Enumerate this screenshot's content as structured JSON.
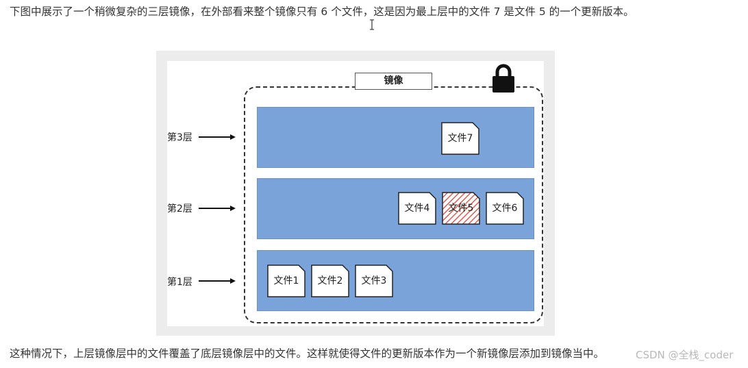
{
  "article": {
    "intro": "下图中展示了一个稍微复杂的三层镜像，在外部看来整个镜像只有 6 个文件，这是因为最上层中的文件 7 是文件 5 的一个更新版本。",
    "conclusion": "这种情况下，上层镜像层中的文件覆盖了底层镜像层中的文件。这样就使得文件的更新版本作为一个新镜像层添加到镜像当中。"
  },
  "diagram": {
    "image_label": "镜像",
    "layers": [
      {
        "label": "第3层",
        "files": [
          "文件7"
        ]
      },
      {
        "label": "第2层",
        "files": [
          "文件4",
          "文件5",
          "文件6"
        ]
      },
      {
        "label": "第1层",
        "files": [
          "文件1",
          "文件2",
          "文件3"
        ]
      }
    ],
    "overridden_file": "文件5",
    "colors": {
      "layer_fill": "#7aa3d9",
      "hatch": "#e05a4f"
    }
  },
  "watermark": "CSDN @全栈_coder"
}
